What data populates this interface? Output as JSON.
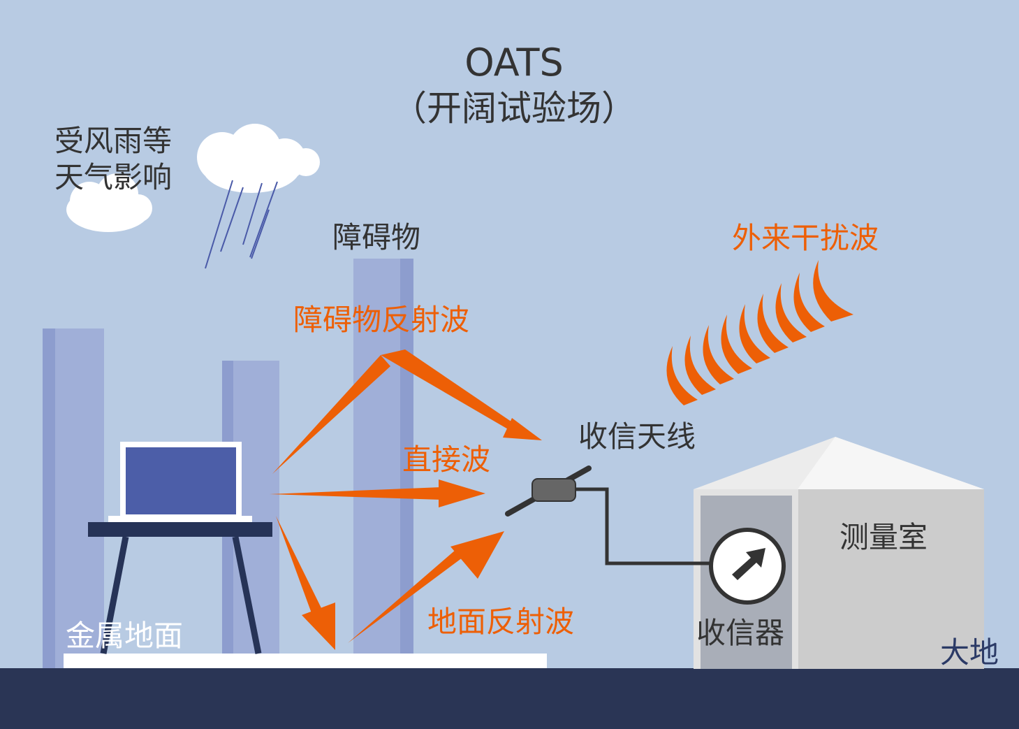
{
  "title": {
    "main": "OATS",
    "sub": "（开阔试验场）"
  },
  "labels": {
    "weather_line1": "受风雨等",
    "weather_line2": "天气影响",
    "obstacle": "障碍物",
    "obstacle_reflection": "障碍物反射波",
    "direct_wave": "直接波",
    "ground_reflection": "地面反射波",
    "external_interference": "外来干扰波",
    "receiving_antenna": "收信天线",
    "measurement_room": "测量室",
    "receiver": "收信器",
    "earth": "大地",
    "metal_ground": "金属地面"
  },
  "colors": {
    "sky": "#b8cbe3",
    "building": "#a0afd8",
    "building_shade": "#8d9dce",
    "wave_orange": "#ed5f06",
    "ground": "#2a3555",
    "text_dark": "#333333",
    "text_navy": "#2b3a66",
    "screen": "#4c5ea8",
    "room": "#cccccc",
    "room_door": "#a9aeb8"
  },
  "icons": [
    "cloud-icon",
    "rain-icon",
    "laptop-icon",
    "table-icon",
    "antenna-icon",
    "receiver-dial-icon",
    "interference-wave-icon"
  ]
}
